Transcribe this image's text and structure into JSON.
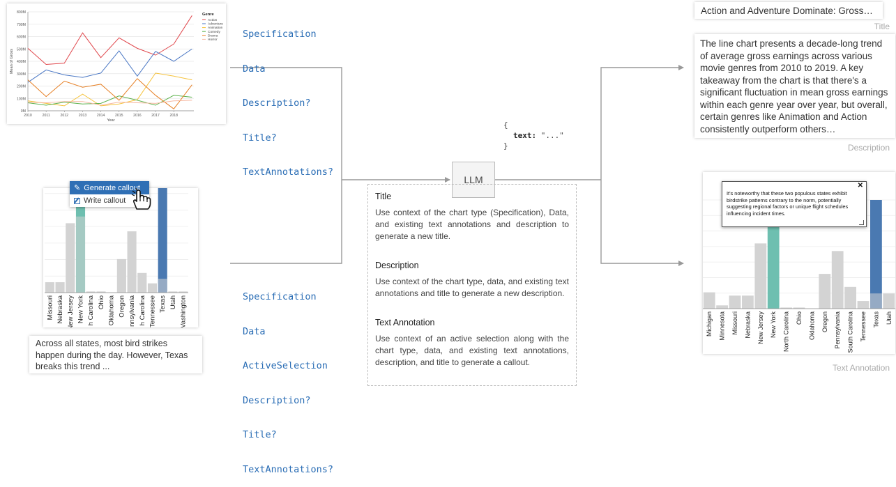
{
  "top_input": {
    "fields": [
      "Specification",
      "Data",
      "Description?",
      "Title?",
      "TextAnnotations?"
    ]
  },
  "bottom_input": {
    "fields": [
      "Specification",
      "Data",
      "ActiveSelection",
      "Description?",
      "Title?",
      "TextAnnotations?"
    ]
  },
  "llm": {
    "label": "LLM"
  },
  "json_output": {
    "open": "{",
    "key": "text:",
    "value": "\"...\"",
    "close": "}"
  },
  "notes": {
    "sections": [
      {
        "heading": "Title",
        "text": "Use context of the chart type (Specification), Data, and existing text annotations and description to generate a new title."
      },
      {
        "heading": "Description",
        "text": "Use context of the chart type, data, and existing text annotations and title to generate a new description."
      },
      {
        "heading": "Text Annotation",
        "text": "Use context of an active selection along with the chart type, data, and existing text annotations, description, and title to generate a callout."
      }
    ]
  },
  "outputs": {
    "title_card": {
      "text": "Action and Adventure Dominate: Gross…",
      "caption": "Title"
    },
    "description_card": {
      "text": "The line chart presents a decade-long trend of average gross earnings across various movie genres from 2010 to 2019. A key takeaway from the chart is that there's a significant fluctuation in mean gross earnings within each genre year over year, but overall, certain genres like Animation and Action consistently outperform others…",
      "caption": "Description"
    },
    "annotation_card": {
      "caption": "Text Annotation",
      "callout": "It's noteworthy that these two populous states exhibit birdstrike patterns contrary to the norm, potentially suggesting regional factors or unique flight schedules influencing incident times.",
      "close": "✕"
    }
  },
  "line_chart": {
    "legend_title": "Genre",
    "ylabel": "Mean of Gross",
    "xlabel": "Year",
    "yticks": [
      "0M",
      "100M",
      "200M",
      "300M",
      "400M",
      "500M",
      "600M",
      "700M",
      "800M"
    ],
    "xticks": [
      "2010",
      "2011",
      "2012",
      "2013",
      "2014",
      "2015",
      "2016",
      "2017",
      "2018"
    ]
  },
  "chart_data": [
    {
      "type": "line",
      "xlabel": "Year",
      "ylabel": "Mean of Gross",
      "x": [
        2010,
        2011,
        2012,
        2013,
        2014,
        2015,
        2016,
        2017,
        2018,
        2019
      ],
      "ylim": [
        0,
        800
      ],
      "legend_title": "Genre",
      "series": [
        {
          "name": "Action",
          "color": "#e0474c",
          "values": [
            505,
            375,
            385,
            630,
            430,
            590,
            505,
            450,
            540,
            770
          ]
        },
        {
          "name": "Adventure",
          "color": "#4a77c4",
          "values": [
            230,
            330,
            290,
            270,
            305,
            485,
            280,
            480,
            400,
            500
          ]
        },
        {
          "name": "Animation",
          "color": "#f5c23b",
          "values": [
            80,
            60,
            40,
            135,
            40,
            55,
            90,
            305,
            280,
            250
          ]
        },
        {
          "name": "Comedy",
          "color": "#5bb14b",
          "values": [
            65,
            45,
            70,
            55,
            60,
            120,
            85,
            45,
            125,
            110
          ]
        },
        {
          "name": "Drama",
          "color": "#e67e22",
          "values": [
            250,
            115,
            240,
            190,
            215,
            85,
            260,
            125,
            15,
            210
          ]
        },
        {
          "name": "Horror",
          "color": "#f6b7a0",
          "values": [
            70,
            65,
            75,
            75,
            45,
            70,
            65,
            60,
            80,
            85
          ]
        }
      ]
    },
    {
      "type": "bar",
      "categories": [
        "Missouri",
        "Nebraska",
        "New Jersey",
        "New York",
        "North Carolina",
        "Ohio",
        "Oklahoma",
        "Oregon",
        "Pennsylvania",
        "South Carolina",
        "Tennessee",
        "Texas",
        "Utah",
        "Washington"
      ],
      "values": [
        9,
        9,
        60,
        94,
        1,
        1,
        0,
        29,
        53,
        17,
        8,
        100,
        1,
        1
      ],
      "highlight": {
        "New York": "#6ebfb0",
        "Texas": "#4a79b1"
      }
    },
    {
      "type": "bar",
      "categories": [
        "Michigan",
        "Minnesota",
        "Missouri",
        "Nebraska",
        "New Jersey",
        "New York",
        "North Carolina",
        "Ohio",
        "Oklahoma",
        "Oregon",
        "Pennsylvania",
        "South Carolina",
        "Tennessee",
        "Texas",
        "Utah"
      ],
      "values": [
        15,
        3,
        12,
        12,
        60,
        97,
        1,
        1,
        0,
        32,
        53,
        20,
        7,
        100,
        14
      ],
      "highlight": {
        "New York": "#6ebfb0",
        "Texas": "#4a79b1"
      }
    }
  ],
  "bar_chart_left": {
    "menu": [
      {
        "label": "Generate callout",
        "icon": "magic-wand-icon"
      },
      {
        "label": "Write callout",
        "icon": "edit-icon"
      }
    ],
    "labels": [
      "Missouri",
      "Nebraska",
      "New Jersey",
      "New York",
      "h Carolina",
      "Ohio",
      "Oklahoma",
      "Oregon",
      "nnsylvania",
      "h Carolina",
      "Tennessee",
      "Texas",
      "Utah",
      "Vashington"
    ],
    "annotation": "Across all states, most bird strikes happen during the day. However, Texas breaks this trend ..."
  },
  "bar_chart_right": {
    "labels": [
      "Michigan",
      "Minnesota",
      "Missouri",
      "Nebraska",
      "New Jersey",
      "New York",
      "North Carolina",
      "Ohio",
      "Oklahoma",
      "Oregon",
      "Pennsylvania",
      "South Carolina",
      "Tennessee",
      "Texas",
      "Utah"
    ]
  }
}
